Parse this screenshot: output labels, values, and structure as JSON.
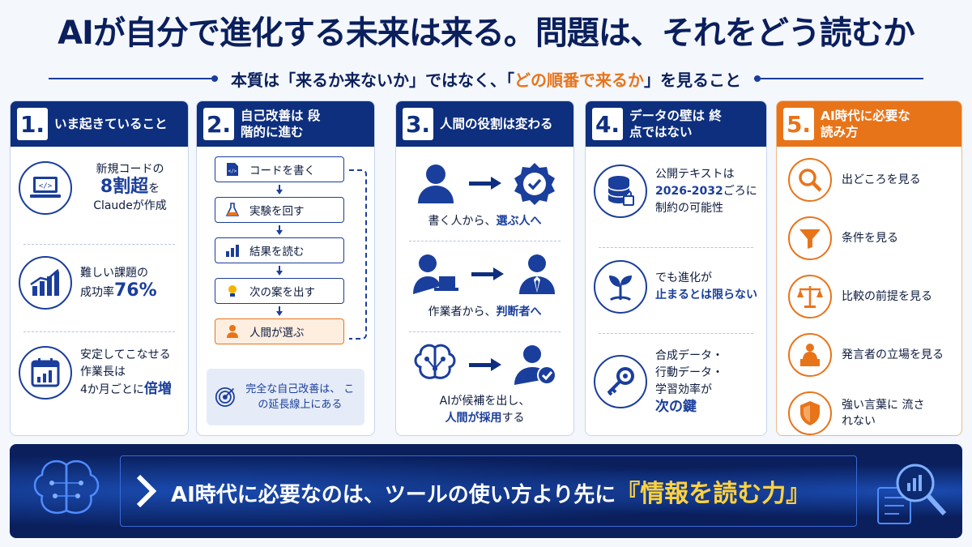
{
  "title": "AIが自分で進化する未来は来る。問題は、それをどう読むか",
  "subtitle": {
    "prefix": "本質は「来るか来ないか」ではなく、「",
    "highlight": "どの順番で来るか",
    "suffix": "」を見ること"
  },
  "cards": [
    {
      "number": "1.",
      "title": "いま起きていること",
      "items": [
        {
          "icon": "laptop-code-icon",
          "line1": "新規コードの",
          "big": "8割超",
          "big_suffix": "を",
          "line3": "Claudeが作成"
        },
        {
          "icon": "growth-chart-icon",
          "line1": "難しい課題の",
          "line2": "成功率",
          "big": "76%"
        },
        {
          "icon": "calendar-chart-icon",
          "line1": "安定してこなせる",
          "line2": "作業長は",
          "line3": "4か月ごとに",
          "big": "倍増"
        }
      ]
    },
    {
      "number": "2.",
      "title": "自己改善は 段階的に進む",
      "steps": [
        {
          "icon": "code-file-icon",
          "label": "コードを書く"
        },
        {
          "icon": "flask-icon",
          "label": "実験を回す"
        },
        {
          "icon": "bar-chart-icon",
          "label": "結果を読む"
        },
        {
          "icon": "lightbulb-icon",
          "label": "次の案を出す"
        },
        {
          "icon": "person-icon",
          "label": "人間が選ぶ"
        }
      ],
      "tip": "完全な自己改善は、 この延長線上にある"
    },
    {
      "number": "3.",
      "title": "人間の役割は変わる",
      "roles": [
        {
          "from_icon": "person-icon",
          "to_icon": "check-badge-icon",
          "text_plain": "書く人から、",
          "text_bold": "選ぶ人へ"
        },
        {
          "from_icon": "worker-laptop-icon",
          "to_icon": "businessman-icon",
          "text_plain": "作業者から、",
          "text_bold": "判断者へ"
        },
        {
          "from_icon": "ai-brain-icon",
          "to_icon": "approved-user-icon",
          "text_plain": "AIが候補を出し、",
          "text_bold": "人間が採用",
          "text_suffix": "する"
        }
      ]
    },
    {
      "number": "4.",
      "title": "データの壁は 終点ではない",
      "items": [
        {
          "icon": "database-lock-icon",
          "line1": "公開テキストは",
          "bold": "2026-2032",
          "line2_suffix": "ごろに",
          "line3": "制約の可能性"
        },
        {
          "icon": "sprout-icon",
          "line1": "でも進化が",
          "bold": "止まるとは限らない"
        },
        {
          "icon": "key-icon",
          "line1": "合成データ・",
          "line2": "行動データ・",
          "line3": "学習効率が",
          "bold": "次の鍵"
        }
      ]
    },
    {
      "number": "5.",
      "title": "AI時代に必要な 読み方",
      "items": [
        {
          "icon": "magnifier-icon",
          "label": "出どころを見る"
        },
        {
          "icon": "filter-icon",
          "label": "条件を見る"
        },
        {
          "icon": "scales-icon",
          "label": "比較の前提を見る"
        },
        {
          "icon": "speaker-podium-icon",
          "label": "発言者の立場を見る"
        },
        {
          "icon": "shield-icon",
          "label": "強い言葉に 流されない"
        }
      ]
    }
  ],
  "banner": {
    "prefix": "AI時代に必要なのは、ツールの使い方より先に",
    "highlight": "『情報を読む力』"
  },
  "colors": {
    "navy": "#0e2f7e",
    "blue": "#1a3e9c",
    "orange": "#e8741a",
    "yellow": "#ffd23f"
  }
}
